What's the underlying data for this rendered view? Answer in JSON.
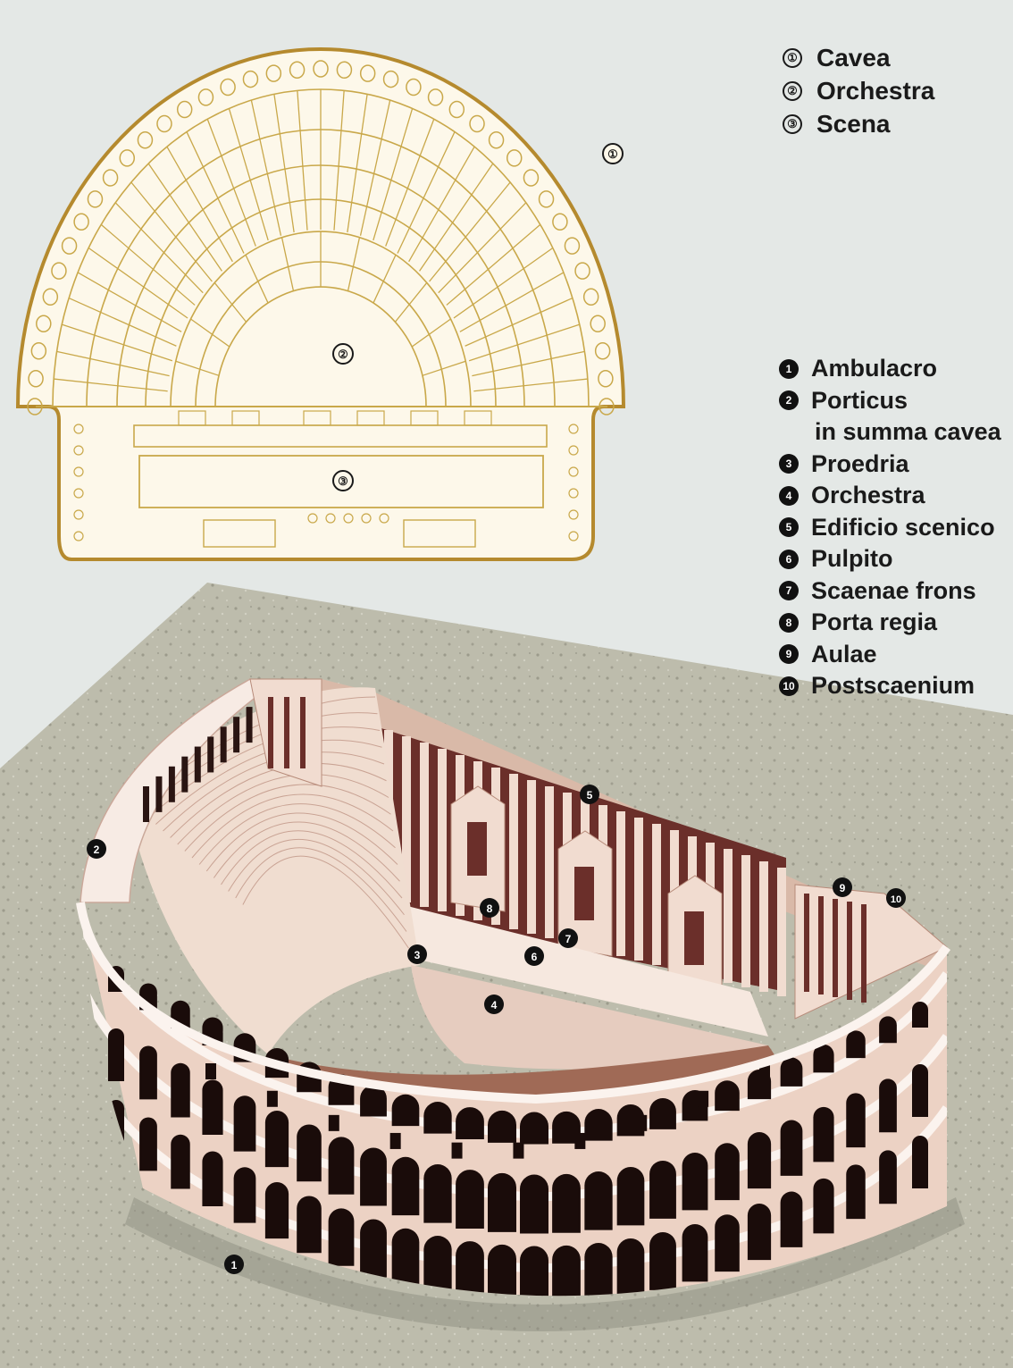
{
  "plan_legend": [
    {
      "marker": "①",
      "label": "Cavea"
    },
    {
      "marker": "②",
      "label": "Orchestra"
    },
    {
      "marker": "③",
      "label": "Scena"
    }
  ],
  "model_legend": [
    {
      "marker": "1",
      "label": "Ambulacro",
      "continuation": ""
    },
    {
      "marker": "2",
      "label": "Porticus",
      "continuation": "in summa cavea"
    },
    {
      "marker": "3",
      "label": "Proedria",
      "continuation": ""
    },
    {
      "marker": "4",
      "label": "Orchestra",
      "continuation": ""
    },
    {
      "marker": "5",
      "label": "Edificio scenico",
      "continuation": ""
    },
    {
      "marker": "6",
      "label": "Pulpito",
      "continuation": ""
    },
    {
      "marker": "7",
      "label": "Scaenae frons",
      "continuation": ""
    },
    {
      "marker": "8",
      "label": "Porta regia",
      "continuation": ""
    },
    {
      "marker": "9",
      "label": "Aulae",
      "continuation": ""
    },
    {
      "marker": "10",
      "label": "Postscaenium",
      "continuation": ""
    }
  ],
  "plan_markers": [
    "①",
    "②",
    "③"
  ],
  "model_markers": [
    "1",
    "2",
    "3",
    "4",
    "5",
    "6",
    "7",
    "8",
    "9",
    "10"
  ],
  "colors": {
    "background": "#e4e8e6",
    "plan_line": "#c9a84a",
    "plan_fill": "#fdf8ea",
    "ground": "#b9b8a8",
    "wall_light": "#f1dcd0",
    "wall_mid": "#d9b9a8",
    "wall_dark": "#6b2f2a",
    "marker": "#111111"
  }
}
